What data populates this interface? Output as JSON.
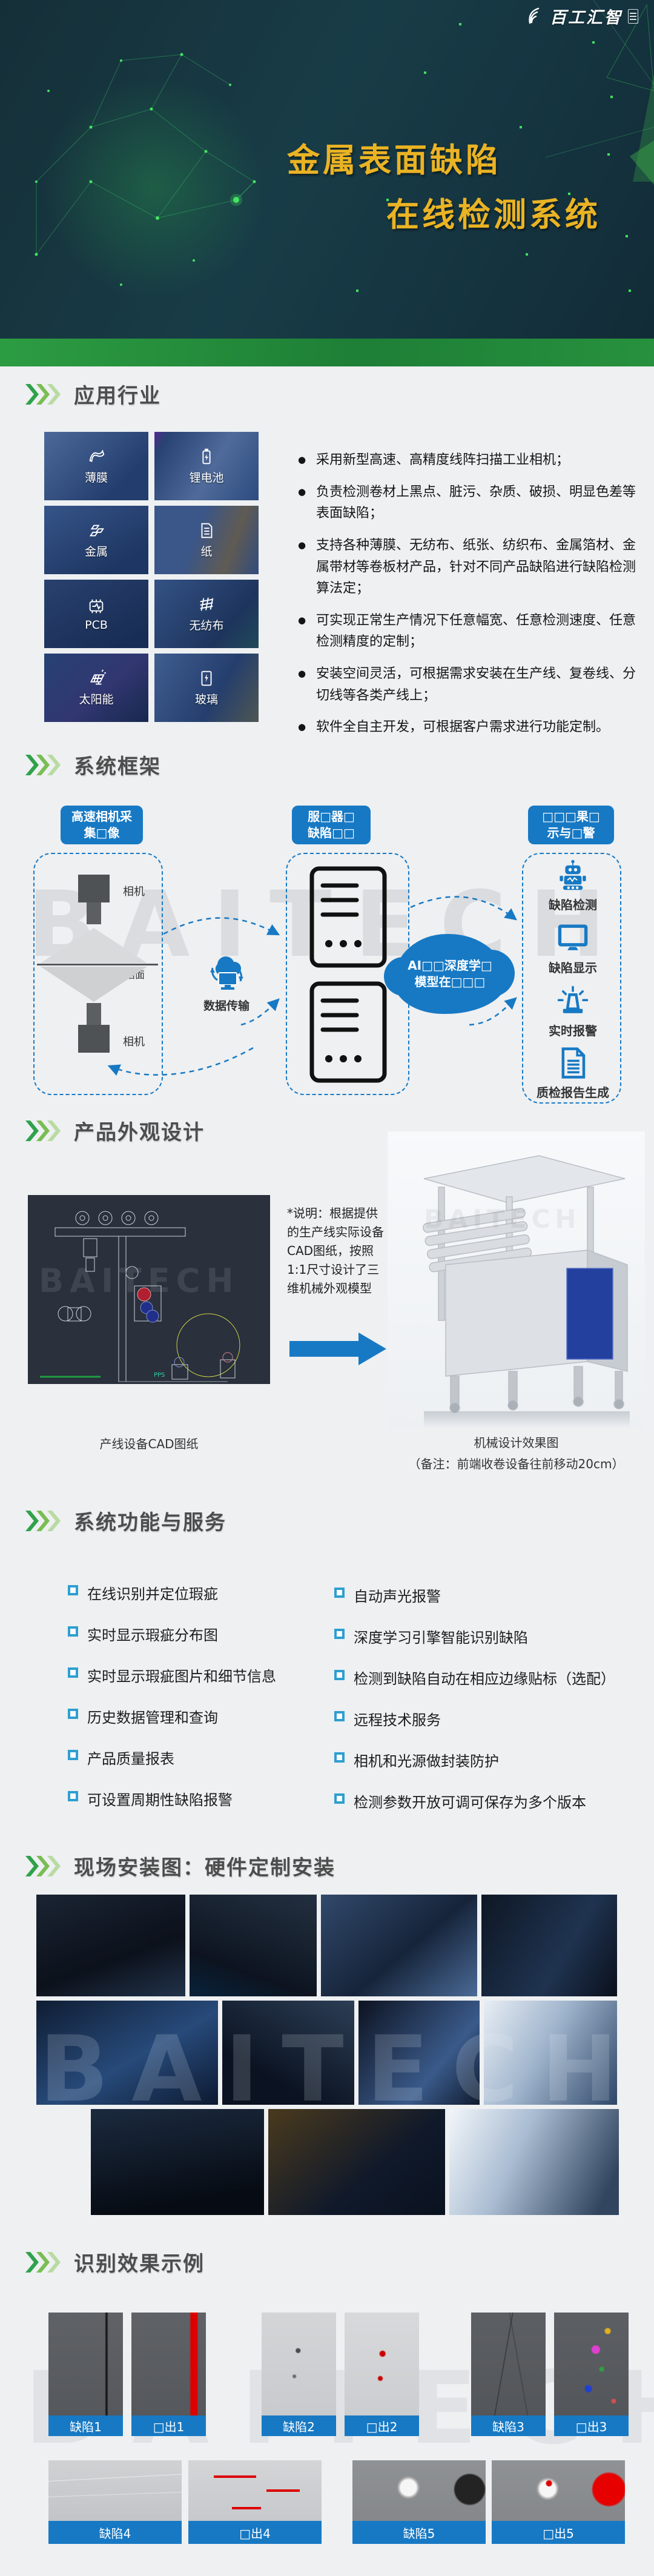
{
  "banner": {
    "logo": "百工汇智",
    "logo_icon": "leaf-logo-icon",
    "title1": "金属表面缺陷",
    "title2": "在线检测系统"
  },
  "sections": {
    "industries": {
      "title": "应用行业",
      "items": [
        {
          "label": "薄膜",
          "icon": "film-icon"
        },
        {
          "label": "锂电池",
          "icon": "battery-icon"
        },
        {
          "label": "金属",
          "icon": "metal-icon"
        },
        {
          "label": "纸",
          "icon": "paper-icon"
        },
        {
          "label": "PCB",
          "icon": "pcb-icon"
        },
        {
          "label": "无纺布",
          "icon": "fabric-icon"
        },
        {
          "label": "太阳能",
          "icon": "solar-icon"
        },
        {
          "label": "玻璃",
          "icon": "glass-icon"
        }
      ],
      "bullets": [
        "采用新型高速、高精度线阵扫描工业相机；",
        "负责检测卷材上黑点、脏污、杂质、破损、明显色差等表面缺陷；",
        "支持各种薄膜、无纺布、纸张、纺织布、金属箔材、金属带材等卷板材产品，针对不同产品缺陷进行缺陷检测算法定；",
        "可实现正常生产情况下任意幅宽、任意检测速度、任意检测精度的定制；",
        "安装空间灵活，可根据需求安装在生产线、复卷线、分切线等各类产线上；",
        "软件全自主开发，可根据客户需求进行功能定制。"
      ]
    },
    "framework": {
      "title": "系统框架",
      "pill1": "高速相机采\n集□像",
      "pill2": "服□器□\n缺陷□□",
      "pill3": "□□□果□\n示与□警",
      "camera_label_top": "相机",
      "surface_label": "箔面",
      "camera_label_bottom": "相机",
      "transfer_label": "数据传输",
      "transfer_icon": "cloud-transfer-icon",
      "cloud_text": "AI□□深度学□模型在□□□",
      "outputs": [
        {
          "label": "缺陷检测",
          "icon": "robot-icon"
        },
        {
          "label": "缺陷显示",
          "icon": "monitor-icon"
        },
        {
          "label": "实时报警",
          "icon": "alarm-icon"
        },
        {
          "label": "质检报告生成",
          "icon": "report-icon"
        }
      ]
    },
    "design": {
      "title": "产品外观设计",
      "note": "*说明：根据提供的生产线实际设备CAD图纸，按照1:1尺寸设计了三维机械外观模型",
      "cad_caption": "产线设备CAD图纸",
      "render_caption": "机械设计效果图",
      "render_note": "（备注：前端收卷设备往前移动20cm）"
    },
    "features": {
      "title": "系统功能与服务",
      "left": [
        "在线识别并定位瑕疵",
        "实时显示瑕疵分布图",
        "实时显示瑕疵图片和细节信息",
        "历史数据管理和查询",
        "产品质量报表",
        "可设置周期性缺陷报警"
      ],
      "right": [
        "自动声光报警",
        "深度学习引擎智能识别缺陷",
        "检测到缺陷自动在相应边缘贴标（选配）",
        "远程技术服务",
        "相机和光源做封装防护",
        "检测参数开放可调可保存为多个版本"
      ]
    },
    "installation": {
      "title": "现场安装图：硬件定制安装"
    },
    "examples": {
      "title": "识别效果示例",
      "labels": [
        "缺陷1",
        "□出1",
        "缺陷2",
        "□出2",
        "缺陷3",
        "□出3",
        "缺陷4",
        "□出4",
        "缺陷5",
        "□出5"
      ]
    }
  },
  "watermark": "BAITECH",
  "colors": {
    "accent_blue": "#1779c4",
    "accent_green": "#2f9e44",
    "gold": "#eab324"
  }
}
